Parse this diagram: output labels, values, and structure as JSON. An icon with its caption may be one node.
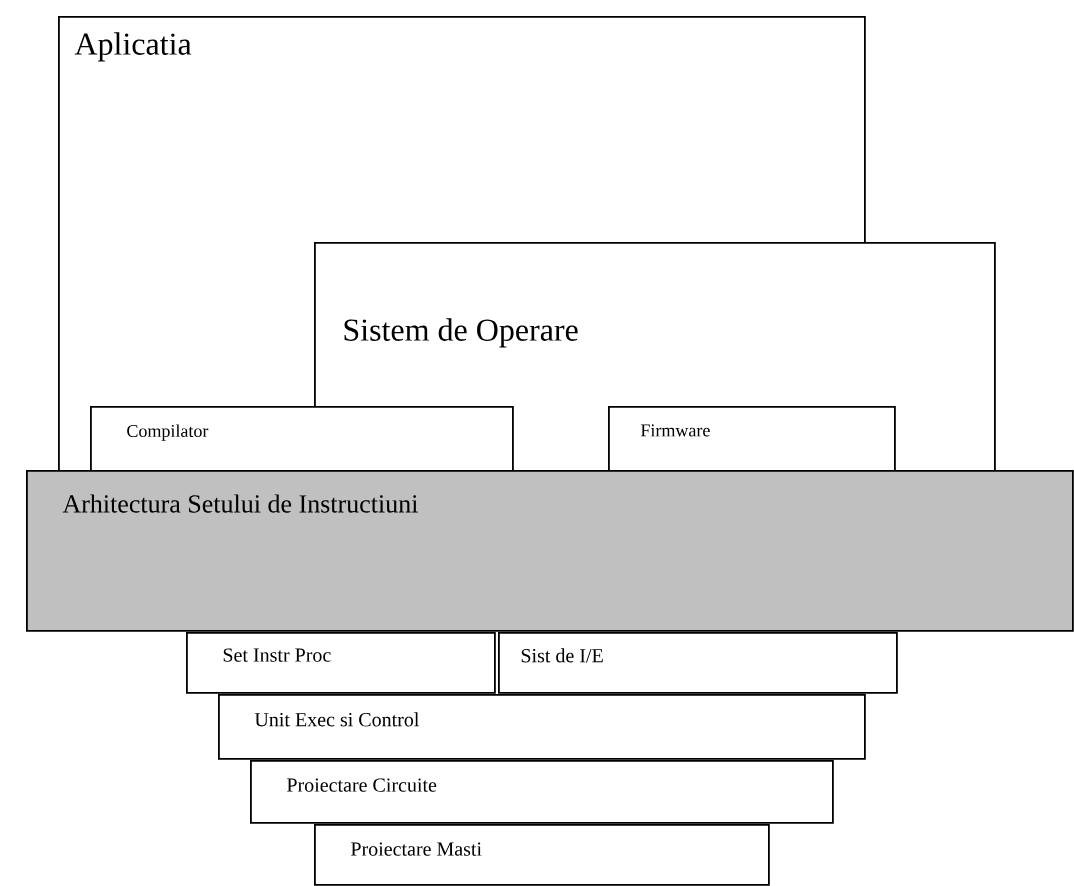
{
  "diagram": {
    "nodes": [
      {
        "text": [
          "Aplicatia"
        ]
      },
      {
        "text": [
          "Sistem de Operare"
        ]
      },
      {
        "text": [
          "Compilator"
        ],
        "in": 0
      },
      {
        "text": [
          "Firmware"
        ],
        "in": 1
      },
      {
        "text": [
          "Arhitectura Setului de Instructiuni"
        ]
      },
      {
        "text": [
          "Set Instr  Proc"
        ]
      },
      {
        "text": [
          "Sist de I/E"
        ]
      },
      {
        "text": [
          "Unit  Exec si Control"
        ]
      },
      {
        "text": [
          "Proiectare Circuite"
        ]
      },
      {
        "text": [
          "Proiectare Masti"
        ]
      }
    ]
  }
}
